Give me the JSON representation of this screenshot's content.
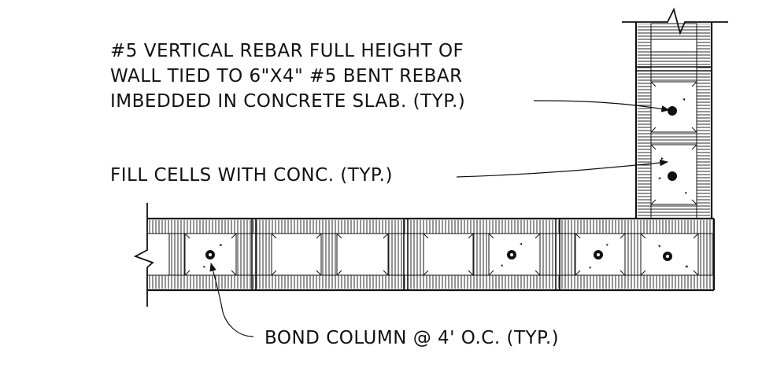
{
  "notes": {
    "rebar_line1": "#5 VERTICAL REBAR FULL HEIGHT OF",
    "rebar_line2": "WALL TIED TO 6\"X4\" #5 BENT REBAR",
    "rebar_line3": "IMBEDDED IN CONCRETE SLAB. (TYP.)",
    "fill_cells": "FILL CELLS WITH CONC. (TYP.)",
    "bond_column": "BOND COLUMN @ 4' O.C. (TYP.)"
  },
  "colors": {
    "ink": "#111111",
    "paper": "#ffffff"
  }
}
